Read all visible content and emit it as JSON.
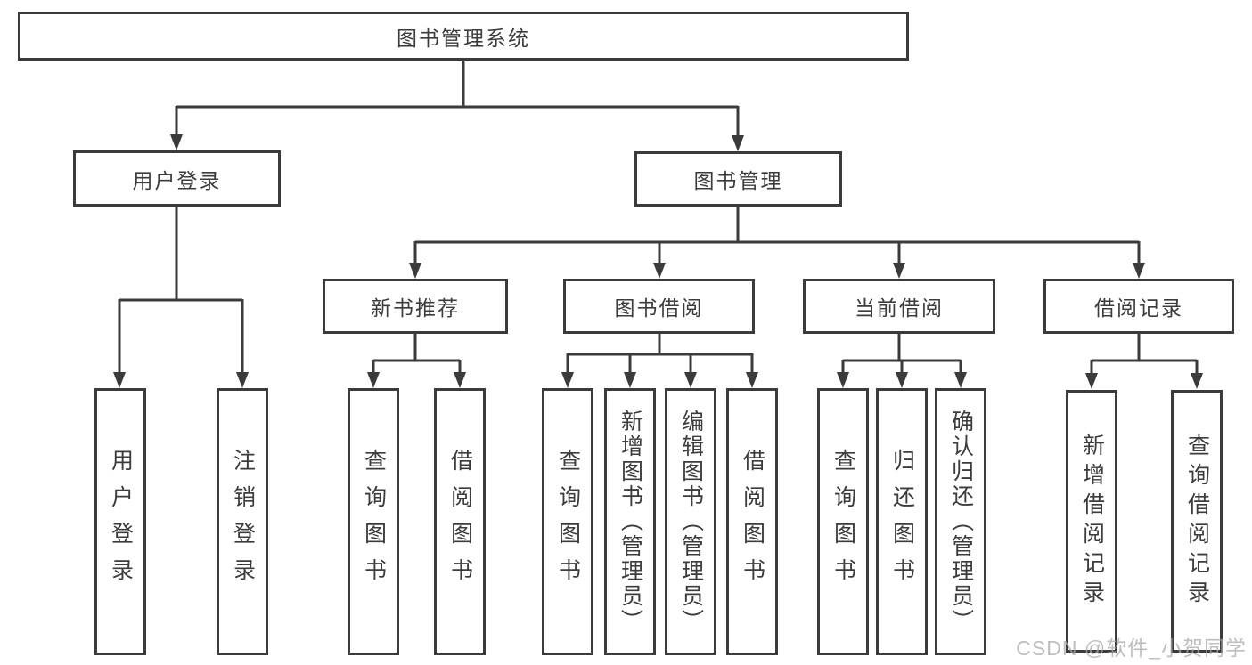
{
  "diagram": {
    "type": "hierarchy-tree",
    "colors": {
      "line": "#3b3b3b",
      "box_border": "#3b3b3b",
      "box_fill": "#ffffff",
      "text": "#3c3c3c",
      "watermark": "#a9a9a9"
    },
    "watermark": "CSDN @软件_小贺同学"
  },
  "tree": {
    "root": {
      "label": "图书管理系统"
    },
    "children": [
      {
        "label": "用户登录",
        "children": [
          {
            "label": "用户登录"
          },
          {
            "label": "注销登录"
          }
        ]
      },
      {
        "label": "图书管理",
        "children": [
          {
            "label": "新书推荐",
            "children": [
              {
                "label": "查询图书"
              },
              {
                "label": "借阅图书"
              }
            ]
          },
          {
            "label": "图书借阅",
            "children": [
              {
                "label": "查询图书"
              },
              {
                "label": "新增图书（管理员）"
              },
              {
                "label": "编辑图书（管理员）"
              },
              {
                "label": "借阅图书"
              }
            ]
          },
          {
            "label": "当前借阅",
            "children": [
              {
                "label": "查询图书"
              },
              {
                "label": "归还图书"
              },
              {
                "label": "确认归还（管理员）"
              }
            ]
          },
          {
            "label": "借阅记录",
            "children": [
              {
                "label": "新增借阅记录"
              },
              {
                "label": "查询借阅记录"
              }
            ]
          }
        ]
      }
    ]
  }
}
